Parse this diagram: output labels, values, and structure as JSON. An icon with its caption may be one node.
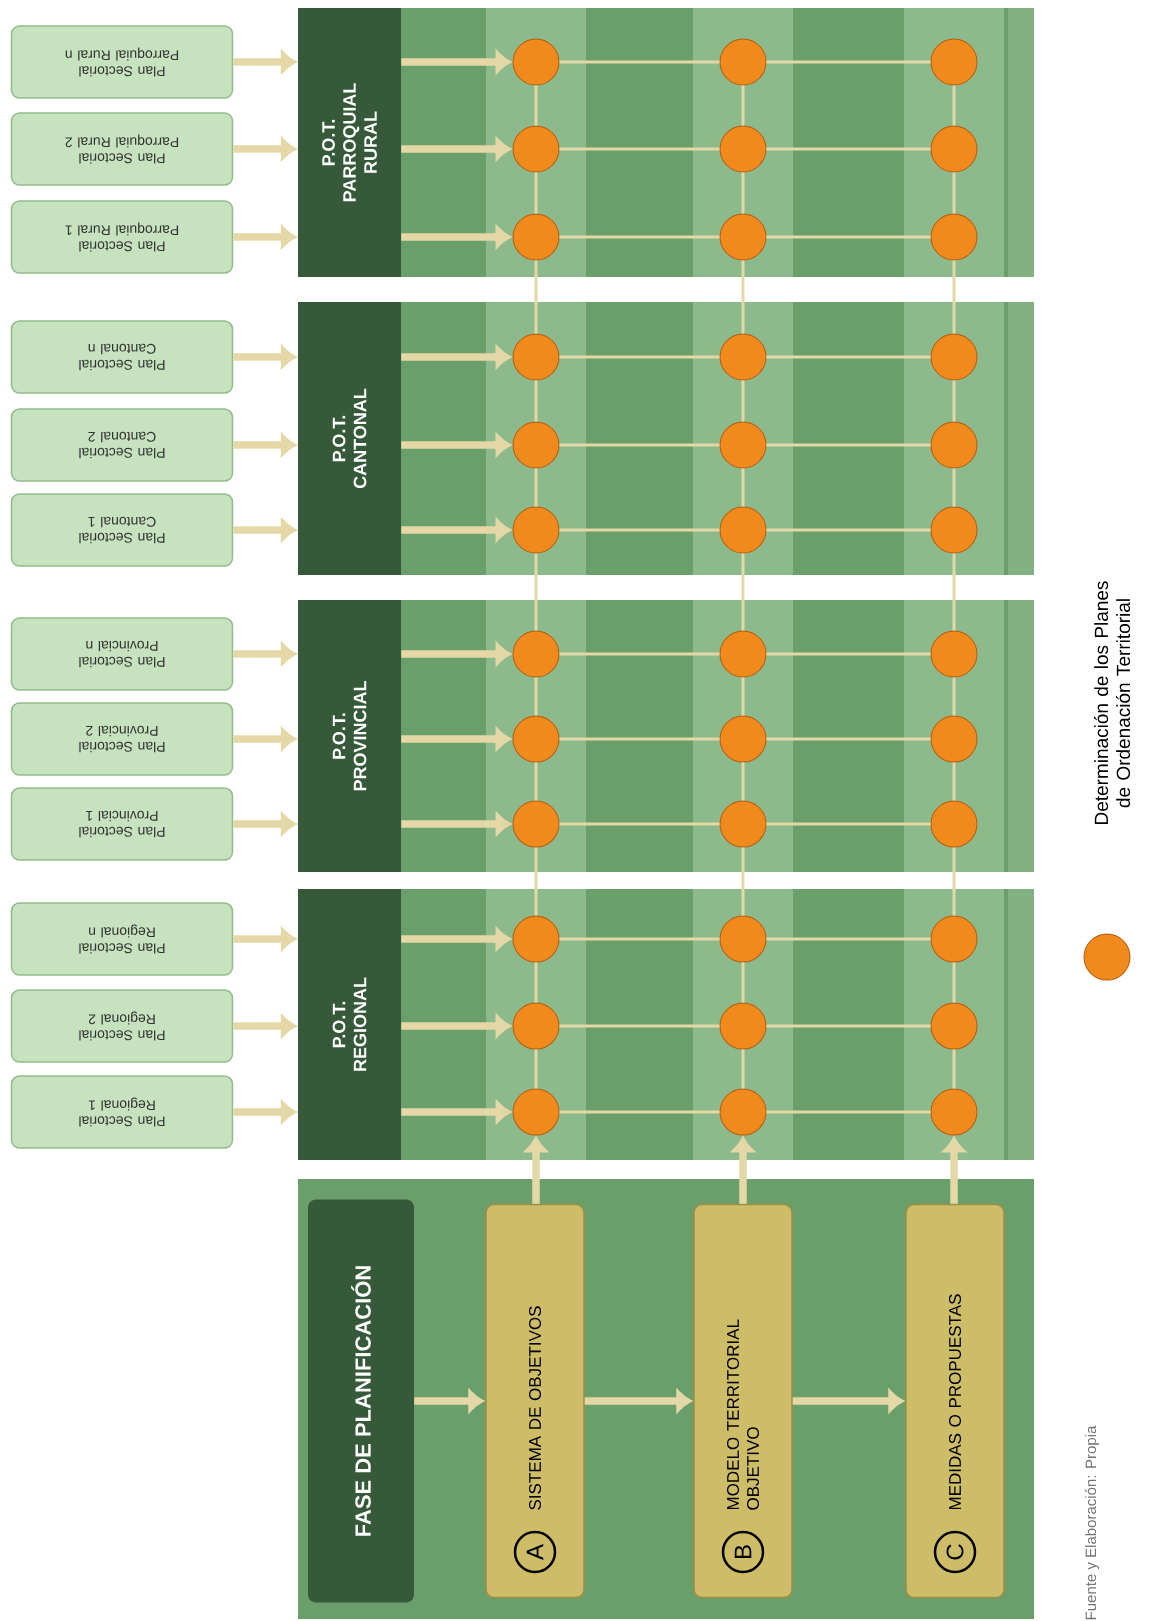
{
  "diagram": {
    "caption": "Fuente y Elaboración: Propia",
    "nodes": [
      {
        "text": [],
        "shape": "band"
      },
      {
        "text": [
          "FASE DE PLANIFICACIÓN"
        ],
        "in": 0
      },
      {
        "text": [
          "A",
          "SISTEMA DE OBJETIVOS"
        ],
        "in": 0
      },
      {
        "text": [
          "B",
          "MODELO TERRITORIAL OBJETIVO"
        ],
        "in": 0
      },
      {
        "text": [
          "C",
          "MEDIDAS O PROPUESTAS"
        ],
        "in": 0
      },
      {
        "text": [],
        "shape": "band"
      },
      {
        "text": [
          "P.O.T. REGIONAL"
        ],
        "in": 5
      },
      {
        "text": [
          "Plan Sectorial Regional 1"
        ]
      },
      {
        "text": [
          "Plan Sectorial Regional 2"
        ]
      },
      {
        "text": [
          "Plan Sectorial Regional n"
        ]
      },
      {
        "text": [],
        "shape": "circle",
        "in": 5
      },
      {
        "text": [],
        "shape": "circle",
        "in": 5
      },
      {
        "text": [],
        "shape": "circle",
        "in": 5
      },
      {
        "text": [],
        "shape": "circle",
        "in": 5
      },
      {
        "text": [],
        "shape": "circle",
        "in": 5
      },
      {
        "text": [],
        "shape": "circle",
        "in": 5
      },
      {
        "text": [],
        "shape": "circle",
        "in": 5
      },
      {
        "text": [],
        "shape": "circle",
        "in": 5
      },
      {
        "text": [],
        "shape": "circle",
        "in": 5
      },
      {
        "text": [],
        "shape": "band"
      },
      {
        "text": [
          "P.O.T. PROVINCIAL"
        ],
        "in": 19
      },
      {
        "text": [
          "Plan Sectorial Provincial 1"
        ]
      },
      {
        "text": [
          "Plan Sectorial Provincial 2"
        ]
      },
      {
        "text": [
          "Plan Sectorial Provincial n"
        ]
      },
      {
        "text": [],
        "shape": "circle",
        "in": 19
      },
      {
        "text": [],
        "shape": "circle",
        "in": 19
      },
      {
        "text": [],
        "shape": "circle",
        "in": 19
      },
      {
        "text": [],
        "shape": "circle",
        "in": 19
      },
      {
        "text": [],
        "shape": "circle",
        "in": 19
      },
      {
        "text": [],
        "shape": "circle",
        "in": 19
      },
      {
        "text": [],
        "shape": "circle",
        "in": 19
      },
      {
        "text": [],
        "shape": "circle",
        "in": 19
      },
      {
        "text": [],
        "shape": "circle",
        "in": 19
      },
      {
        "text": [],
        "shape": "band"
      },
      {
        "text": [
          "P.O.T. CANTONAL"
        ],
        "in": 33
      },
      {
        "text": [
          "Plan Sectorial Cantonal 1"
        ]
      },
      {
        "text": [
          "Plan Sectorial Cantonal 2"
        ]
      },
      {
        "text": [
          "Plan Sectorial Cantonal n"
        ]
      },
      {
        "text": [],
        "shape": "circle",
        "in": 33
      },
      {
        "text": [],
        "shape": "circle",
        "in": 33
      },
      {
        "text": [],
        "shape": "circle",
        "in": 33
      },
      {
        "text": [],
        "shape": "circle",
        "in": 33
      },
      {
        "text": [],
        "shape": "circle",
        "in": 33
      },
      {
        "text": [],
        "shape": "circle",
        "in": 33
      },
      {
        "text": [],
        "shape": "circle",
        "in": 33
      },
      {
        "text": [],
        "shape": "circle",
        "in": 33
      },
      {
        "text": [],
        "shape": "circle",
        "in": 33
      },
      {
        "text": [],
        "shape": "band"
      },
      {
        "text": [
          "P.O.T. PARROQUIAL RURAL"
        ],
        "in": 47
      },
      {
        "text": [
          "Plan Sectorial Parroquial Rural 1"
        ]
      },
      {
        "text": [
          "Plan Sectorial Parroquial Rural 2"
        ]
      },
      {
        "text": [
          "Plan Sectorial Parroquial Rural n"
        ]
      },
      {
        "text": [],
        "shape": "circle",
        "in": 47
      },
      {
        "text": [],
        "shape": "circle",
        "in": 47
      },
      {
        "text": [],
        "shape": "circle",
        "in": 47
      },
      {
        "text": [],
        "shape": "circle",
        "in": 47
      },
      {
        "text": [],
        "shape": "circle",
        "in": 47
      },
      {
        "text": [],
        "shape": "circle",
        "in": 47
      },
      {
        "text": [],
        "shape": "circle",
        "in": 47
      },
      {
        "text": [],
        "shape": "circle",
        "in": 47
      },
      {
        "text": [],
        "shape": "circle",
        "in": 47
      }
    ],
    "edges": [
      {
        "from": 1,
        "to": 2,
        "arrow": "to",
        "style": "thick"
      },
      {
        "from": 2,
        "to": 3,
        "arrow": "to",
        "style": "thick"
      },
      {
        "from": 3,
        "to": 4,
        "arrow": "to",
        "style": "thick"
      },
      {
        "from": 2,
        "to": 10,
        "arrow": "to",
        "style": "thick"
      },
      {
        "from": 3,
        "to": 11,
        "arrow": "to",
        "style": "thick"
      },
      {
        "from": 4,
        "to": 12,
        "arrow": "to",
        "style": "thick"
      },
      {
        "from": 7,
        "to": 6,
        "arrow": "to",
        "style": "thick"
      },
      {
        "from": 8,
        "to": 6,
        "arrow": "to",
        "style": "thick"
      },
      {
        "from": 9,
        "to": 6,
        "arrow": "to",
        "style": "thick"
      },
      {
        "from": 6,
        "to": 10,
        "arrow": "to",
        "style": "thick"
      },
      {
        "from": 6,
        "to": 13,
        "arrow": "to",
        "style": "thick"
      },
      {
        "from": 6,
        "to": 16,
        "arrow": "to",
        "style": "thick"
      },
      {
        "from": 21,
        "to": 20,
        "arrow": "to",
        "style": "thick"
      },
      {
        "from": 22,
        "to": 20,
        "arrow": "to",
        "style": "thick"
      },
      {
        "from": 23,
        "to": 20,
        "arrow": "to",
        "style": "thick"
      },
      {
        "from": 20,
        "to": 24,
        "arrow": "to",
        "style": "thick"
      },
      {
        "from": 20,
        "to": 27,
        "arrow": "to",
        "style": "thick"
      },
      {
        "from": 20,
        "to": 30,
        "arrow": "to",
        "style": "thick"
      },
      {
        "from": 35,
        "to": 34,
        "arrow": "to",
        "style": "thick"
      },
      {
        "from": 36,
        "to": 34,
        "arrow": "to",
        "style": "thick"
      },
      {
        "from": 37,
        "to": 34,
        "arrow": "to",
        "style": "thick"
      },
      {
        "from": 34,
        "to": 38,
        "arrow": "to",
        "style": "thick"
      },
      {
        "from": 34,
        "to": 41,
        "arrow": "to",
        "style": "thick"
      },
      {
        "from": 34,
        "to": 44,
        "arrow": "to",
        "style": "thick"
      },
      {
        "from": 49,
        "to": 48,
        "arrow": "to",
        "style": "thick"
      },
      {
        "from": 50,
        "to": 48,
        "arrow": "to",
        "style": "thick"
      },
      {
        "from": 51,
        "to": 48,
        "arrow": "to",
        "style": "thick"
      },
      {
        "from": 48,
        "to": 52,
        "arrow": "to",
        "style": "thick"
      },
      {
        "from": 48,
        "to": 55,
        "arrow": "to",
        "style": "thick"
      },
      {
        "from": 48,
        "to": 58,
        "arrow": "to",
        "style": "thick"
      },
      {
        "from": 10,
        "to": 11,
        "arrow": "none"
      },
      {
        "from": 11,
        "to": 12,
        "arrow": "none"
      },
      {
        "from": 13,
        "to": 14,
        "arrow": "none"
      },
      {
        "from": 14,
        "to": 15,
        "arrow": "none"
      },
      {
        "from": 16,
        "to": 17,
        "arrow": "none"
      },
      {
        "from": 17,
        "to": 18,
        "arrow": "none"
      },
      {
        "from": 24,
        "to": 25,
        "arrow": "none"
      },
      {
        "from": 25,
        "to": 26,
        "arrow": "none"
      },
      {
        "from": 27,
        "to": 28,
        "arrow": "none"
      },
      {
        "from": 28,
        "to": 29,
        "arrow": "none"
      },
      {
        "from": 30,
        "to": 31,
        "arrow": "none"
      },
      {
        "from": 31,
        "to": 32,
        "arrow": "none"
      },
      {
        "from": 38,
        "to": 39,
        "arrow": "none"
      },
      {
        "from": 39,
        "to": 40,
        "arrow": "none"
      },
      {
        "from": 41,
        "to": 42,
        "arrow": "none"
      },
      {
        "from": 42,
        "to": 43,
        "arrow": "none"
      },
      {
        "from": 44,
        "to": 45,
        "arrow": "none"
      },
      {
        "from": 45,
        "to": 46,
        "arrow": "none"
      },
      {
        "from": 52,
        "to": 53,
        "arrow": "none"
      },
      {
        "from": 53,
        "to": 54,
        "arrow": "none"
      },
      {
        "from": 55,
        "to": 56,
        "arrow": "none"
      },
      {
        "from": 56,
        "to": 57,
        "arrow": "none"
      },
      {
        "from": 58,
        "to": 59,
        "arrow": "none"
      },
      {
        "from": 59,
        "to": 60,
        "arrow": "none"
      },
      {
        "from": 10,
        "to": 13,
        "arrow": "none"
      },
      {
        "from": 13,
        "to": 16,
        "arrow": "none"
      },
      {
        "from": 16,
        "to": 24,
        "arrow": "none"
      },
      {
        "from": 24,
        "to": 27,
        "arrow": "none"
      },
      {
        "from": 27,
        "to": 30,
        "arrow": "none"
      },
      {
        "from": 30,
        "to": 38,
        "arrow": "none"
      },
      {
        "from": 38,
        "to": 41,
        "arrow": "none"
      },
      {
        "from": 41,
        "to": 44,
        "arrow": "none"
      },
      {
        "from": 44,
        "to": 52,
        "arrow": "none"
      },
      {
        "from": 52,
        "to": 55,
        "arrow": "none"
      },
      {
        "from": 55,
        "to": 58,
        "arrow": "none"
      },
      {
        "from": 11,
        "to": 14,
        "arrow": "none"
      },
      {
        "from": 14,
        "to": 17,
        "arrow": "none"
      },
      {
        "from": 17,
        "to": 25,
        "arrow": "none"
      },
      {
        "from": 25,
        "to": 28,
        "arrow": "none"
      },
      {
        "from": 28,
        "to": 31,
        "arrow": "none"
      },
      {
        "from": 31,
        "to": 39,
        "arrow": "none"
      },
      {
        "from": 39,
        "to": 42,
        "arrow": "none"
      },
      {
        "from": 42,
        "to": 45,
        "arrow": "none"
      },
      {
        "from": 45,
        "to": 53,
        "arrow": "none"
      },
      {
        "from": 53,
        "to": 56,
        "arrow": "none"
      },
      {
        "from": 56,
        "to": 59,
        "arrow": "none"
      },
      {
        "from": 12,
        "to": 15,
        "arrow": "none"
      },
      {
        "from": 15,
        "to": 18,
        "arrow": "none"
      },
      {
        "from": 18,
        "to": 26,
        "arrow": "none"
      },
      {
        "from": 26,
        "to": 29,
        "arrow": "none"
      },
      {
        "from": 29,
        "to": 32,
        "arrow": "none"
      },
      {
        "from": 32,
        "to": 40,
        "arrow": "none"
      },
      {
        "from": 40,
        "to": 43,
        "arrow": "none"
      },
      {
        "from": 43,
        "to": 46,
        "arrow": "none"
      },
      {
        "from": 46,
        "to": 54,
        "arrow": "none"
      },
      {
        "from": 54,
        "to": 57,
        "arrow": "none"
      },
      {
        "from": 57,
        "to": 60,
        "arrow": "none"
      }
    ],
    "legend": [
      {
        "text": "Determinación de los Planes de Ordenación Territorial",
        "color": "#f08a1c"
      }
    ]
  }
}
